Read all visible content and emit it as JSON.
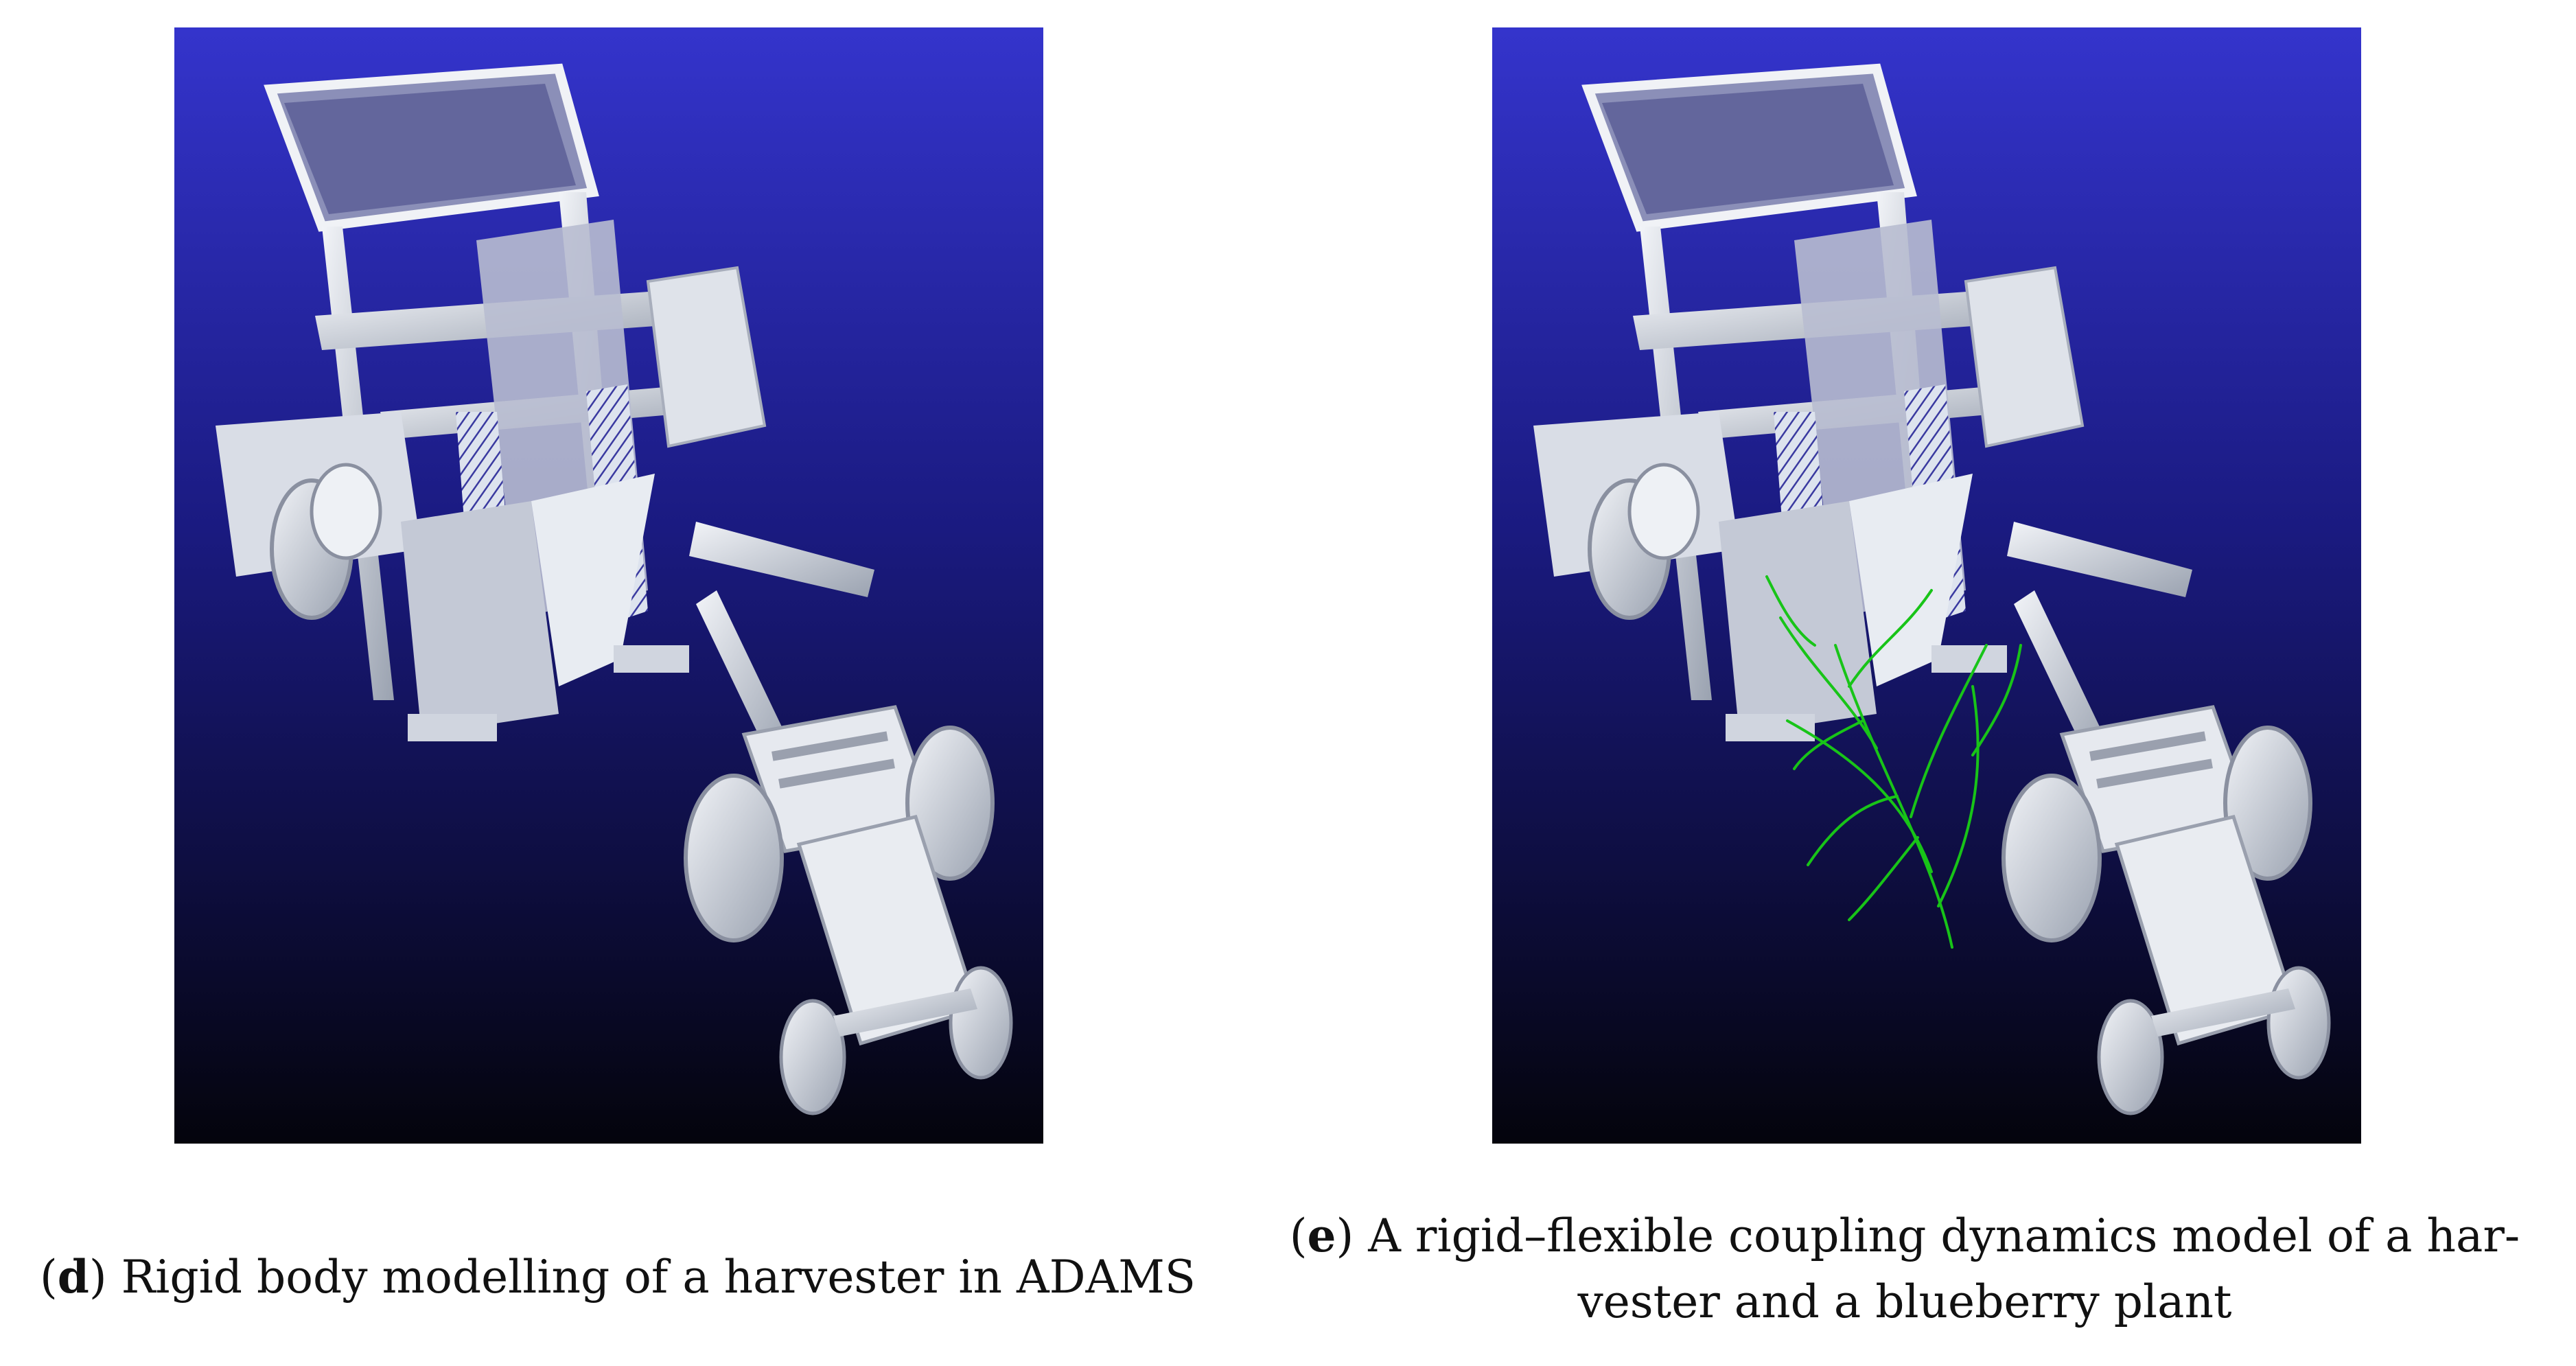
{
  "figure": {
    "panel_d": {
      "label": "d",
      "caption": "Rigid body modelling of a harvester in ADAMS"
    },
    "panel_e": {
      "label": "e",
      "caption_line1": "A rigid–flexible coupling dynamics model of a har-",
      "caption_line2": "vester and a blueberry plant"
    }
  },
  "colors": {
    "background_top": "#3030c8",
    "background_bottom": "#050510",
    "machine": "#e4e8ee",
    "plant": "#18c418"
  }
}
